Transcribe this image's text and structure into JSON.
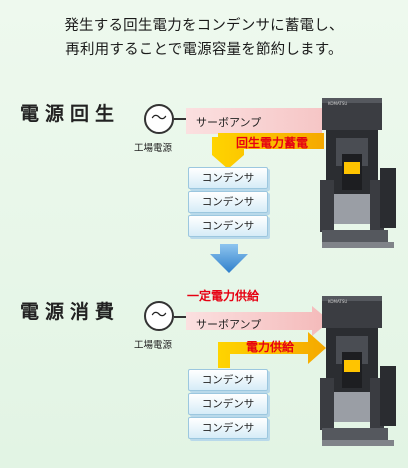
{
  "intro": {
    "line1": "発生する回生電力をコンデンサに蓄電し、",
    "line2": "再利用することで電源容量を節約します。"
  },
  "regen": {
    "title": "電源回生",
    "source_symbol": "〜",
    "source_label": "工場電源",
    "amp_label": "サーボアンプ",
    "flow_label": "回生電力蓄電",
    "capacitors": [
      "コンデンサ",
      "コンデンサ",
      "コンデンサ"
    ]
  },
  "consume": {
    "title": "電源消費",
    "source_symbol": "〜",
    "source_label": "工場電源",
    "supply_label": "一定電力供給",
    "amp_label": "サーボアンプ",
    "flow_label": "電力供給",
    "capacitors": [
      "コンデンサ",
      "コンデンサ",
      "コンデンサ"
    ]
  },
  "press": {
    "brand": "KOMATSU"
  },
  "colors": {
    "flow_yellow": "#ffd400",
    "flow_orange": "#f39a00",
    "label_red": "#e60012",
    "amp_pink": "#f6c6c6",
    "cap_blue": "#9cc7df",
    "arrow_blue": "#3d8fd6"
  }
}
